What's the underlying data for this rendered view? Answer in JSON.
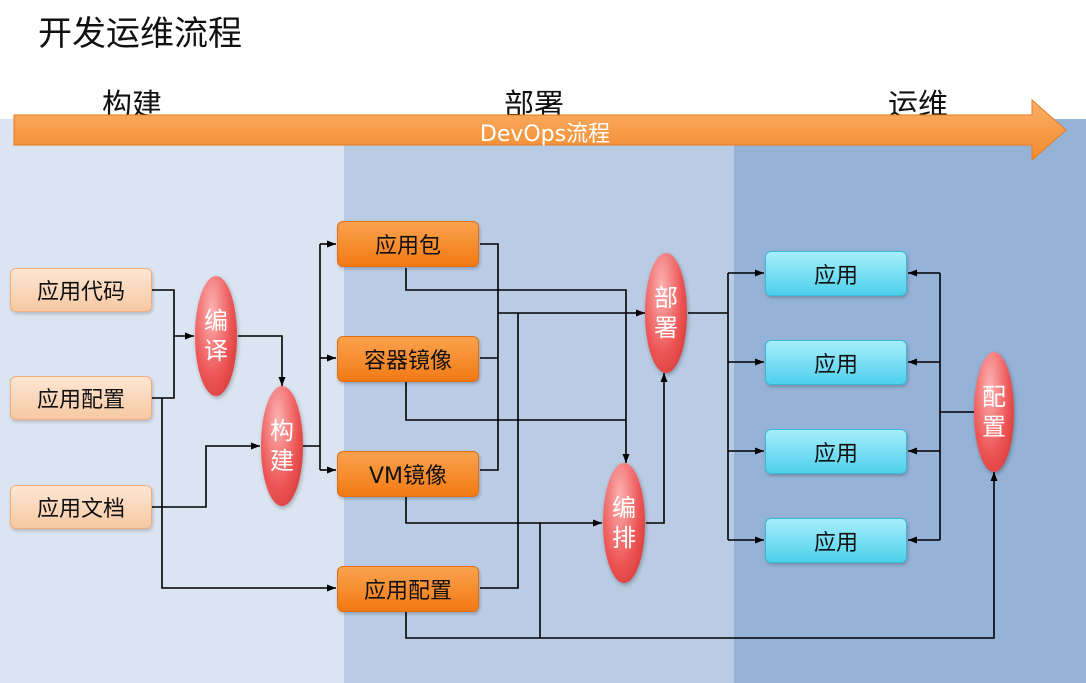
{
  "title": "开发运维流程",
  "stages": {
    "build": "构建",
    "deploy": "部署",
    "ops": "运维"
  },
  "arrow_label": "DevOps流程",
  "inputs": {
    "code": "应用代码",
    "config": "应用配置",
    "docs": "应用文档"
  },
  "processes": {
    "compile": [
      "编",
      "译"
    ],
    "build": [
      "构",
      "建"
    ],
    "orchestrate": [
      "编",
      "排"
    ],
    "deploy": [
      "部",
      "署"
    ],
    "configure": [
      "配",
      "置"
    ]
  },
  "artifacts": {
    "package": "应用包",
    "container": "容器镜像",
    "vm": "VM镜像",
    "config": "应用配置"
  },
  "apps": [
    "应用",
    "应用",
    "应用",
    "应用"
  ],
  "colors": {
    "panel_build": "#dbe4f1",
    "panel_deploy": "#b9cce4",
    "panel_ops": "#95b3d7",
    "arrow": "#f79646",
    "process_oval": "#e55050",
    "artifact_box": "#f58a2e",
    "input_box": "#fbd9bd",
    "app_box": "#6bd7f0"
  }
}
